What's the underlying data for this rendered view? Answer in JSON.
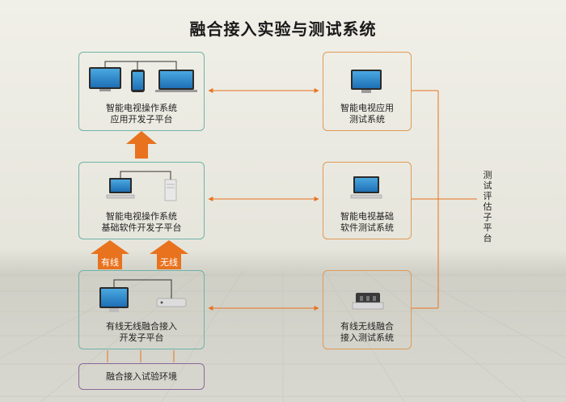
{
  "title": "融合接入实验与测试系统",
  "left_boxes": {
    "top": {
      "line1": "智能电视操作系统",
      "line2": "应用开发子平台"
    },
    "middle": {
      "line1": "智能电视操作系统",
      "line2": "基础软件开发子平台"
    },
    "bottom": {
      "line1": "有线无线融合接入",
      "line2": "开发子平台"
    },
    "env": {
      "line1": "融合接入试验环境"
    }
  },
  "right_boxes": {
    "top": {
      "line1": "智能电视应用",
      "line2": "测试系统"
    },
    "middle": {
      "line1": "智能电视基础",
      "line2": "软件测试系统"
    },
    "bottom": {
      "line1": "有线无线融合",
      "line2": "接入测试系统"
    }
  },
  "side_label": "测试评估子平台",
  "arrows": {
    "wired": "有线",
    "wireless": "无线"
  },
  "colors": {
    "teal": "#6fb3a8",
    "orange": "#e09a56",
    "arrow": "#e8721e",
    "purple": "#8a6a99"
  }
}
